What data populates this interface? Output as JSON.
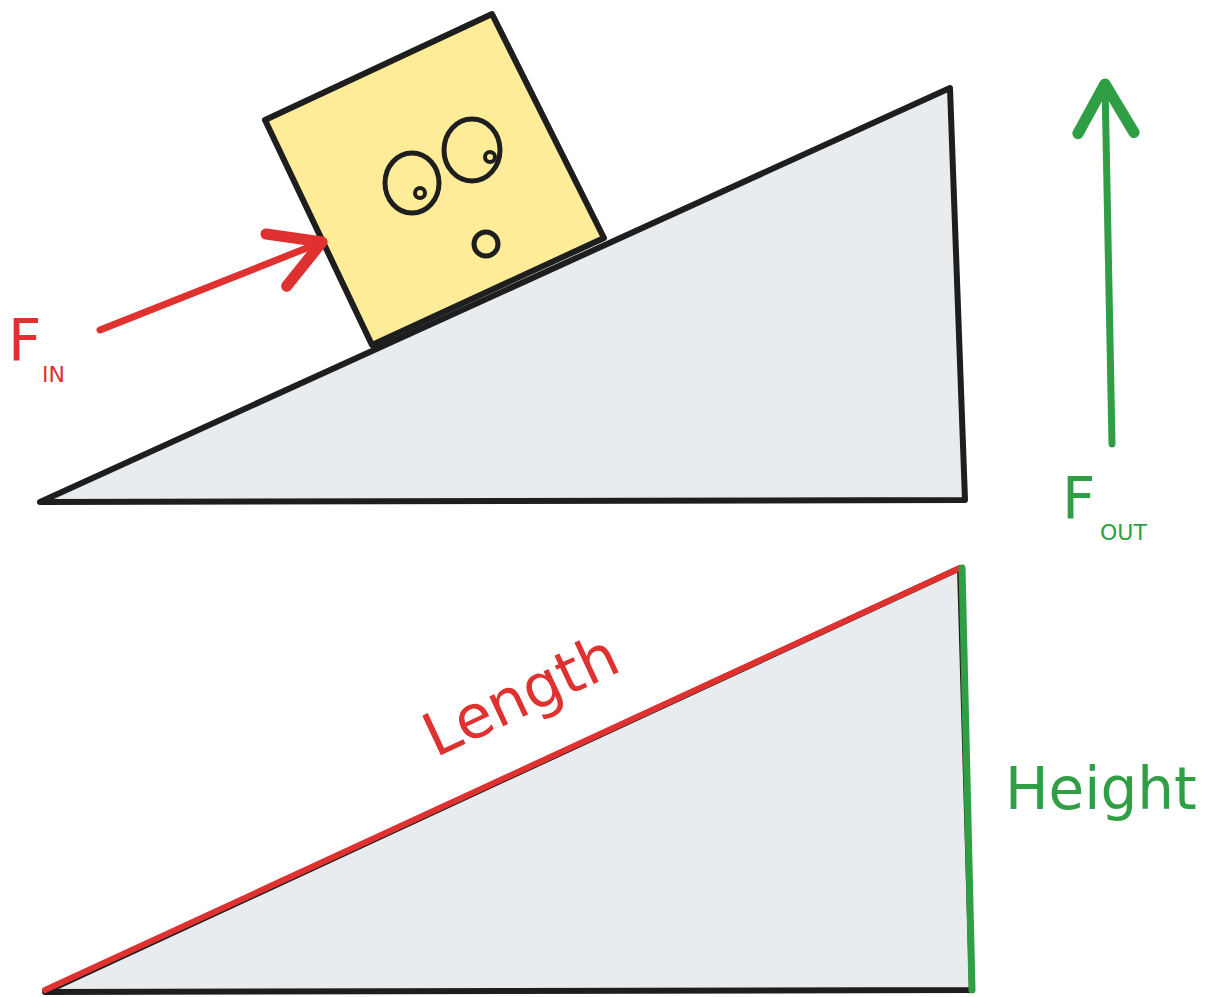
{
  "diagram": {
    "labels": [
      "F",
      "IN",
      "F",
      "OUT",
      "Length",
      "Height"
    ]
  }
}
